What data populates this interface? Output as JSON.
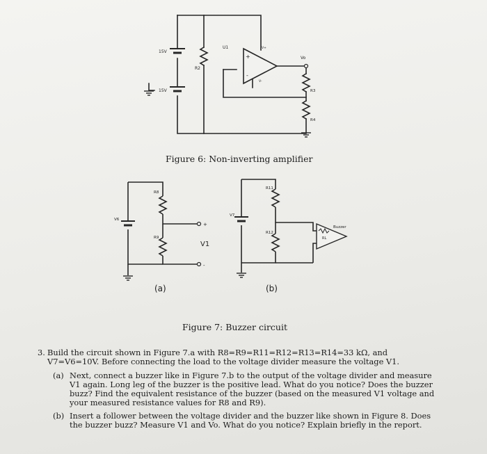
{
  "figure6": {
    "caption": "Figure 6: Non-inverting amplifier",
    "labels": {
      "u1": "U1",
      "src_top": "15V",
      "src_bottom": "15V",
      "r2": "R2",
      "vo": "Vo",
      "r3": "R3",
      "r4": "R4",
      "plus": "+",
      "minus": "-",
      "vplus": "V+",
      "vminus": "V-"
    }
  },
  "figure7": {
    "caption": "Figure 7: Buzzer circuit",
    "a": {
      "sublabel": "(a)",
      "labels": {
        "r8": "R8",
        "r9": "R9",
        "v6": "V6",
        "v1": "V1",
        "plus": "+",
        "minus": "-"
      }
    },
    "b": {
      "sublabel": "(b)",
      "labels": {
        "r11": "R11",
        "r12": "R12",
        "v7": "V7",
        "buzzer": "Buzzer",
        "rl": "RL"
      }
    }
  },
  "question": {
    "number": "3.",
    "intro": "Build the circuit shown in Figure 7.a with R8=R9=R11=R12=R13=R14=33 kΩ, and V7=V6=10V. Before connecting the load to the voltage divider measure the voltage V1.",
    "parts": [
      {
        "tag": "(a)",
        "text": "Next, connect a buzzer like in Figure 7.b to the output of the voltage divider and measure V1 again. Long leg of the buzzer is the positive lead. What do you notice? Does the buzzer buzz? Find the equivalent resistance of the buzzer (based on the measured V1 voltage and your measured resistance values for R8 and R9)."
      },
      {
        "tag": "(b)",
        "text": "Insert a follower between the voltage divider and the buzzer like shown in Figure 8. Does the buzzer buzz? Measure V1 and Vo. What do you notice? Explain briefly in the report."
      }
    ]
  }
}
